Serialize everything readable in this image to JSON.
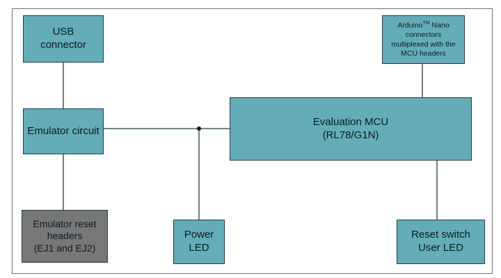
{
  "blocks": {
    "usb": "USB\nconnector",
    "emulator": "Emulator circuit",
    "reset_headers": "Emulator reset\nheaders\n(EJ1 and EJ2)",
    "power_led": "Power\nLED",
    "mcu": "Evaluation MCU\n(RL78/G1N)",
    "arduino_pre": "Arduino",
    "arduino_tm": "TM",
    "arduino_post": " Nano\nconnectors\nmultiplexed with the\nMCU headers",
    "reset_switch": "Reset switch\nUser LED"
  },
  "colors": {
    "block_fill": "#64adb8",
    "gray_fill": "#777777",
    "line": "#1f3b45"
  }
}
